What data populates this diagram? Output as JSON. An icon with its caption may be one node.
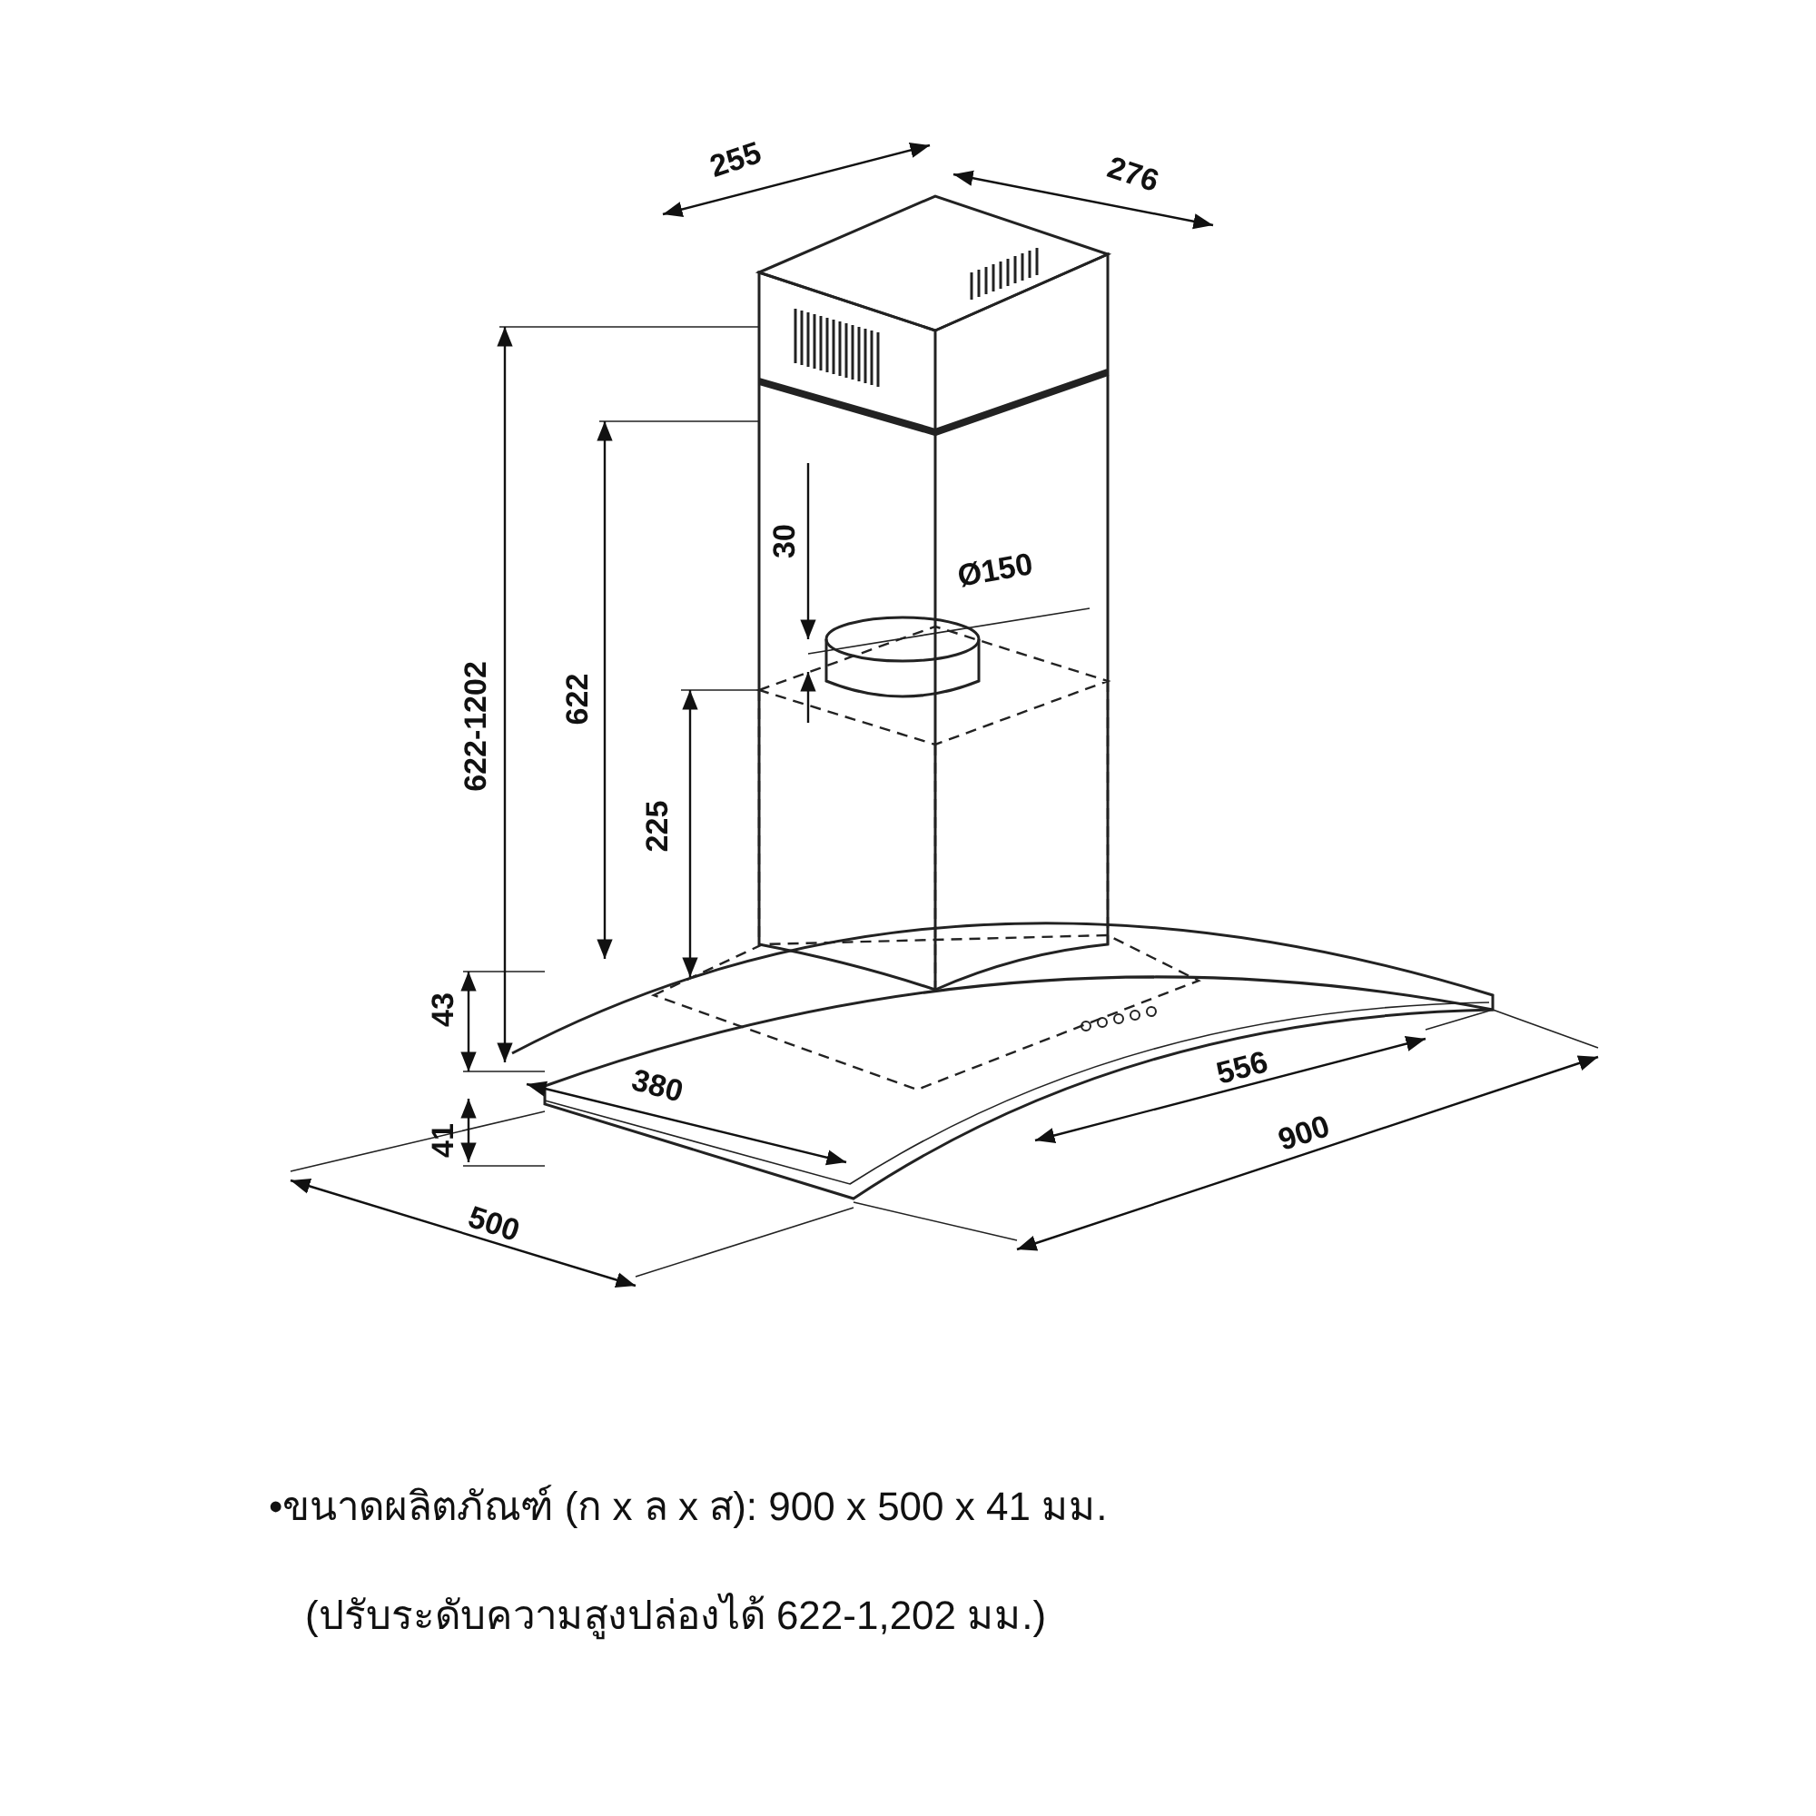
{
  "diagram": {
    "labels": [
      "255",
      "276",
      "622-1202",
      "622",
      "30",
      "Ø150",
      "225",
      "43",
      "41",
      "380",
      "556",
      "900",
      "500",
      "•ขนาดผลิตภัณฑ์ (ก x ล x ส): 900 x 500 x 41 มม.",
      "(ปรับระดับความสูงปล่องได้ 622-1,202 มม.)"
    ]
  }
}
